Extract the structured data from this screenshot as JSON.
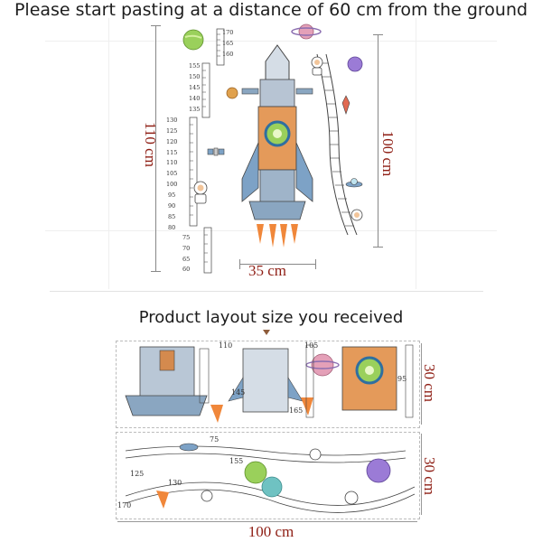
{
  "top_heading": "Please start pasting at a distance of 60 cm from the ground",
  "middle_heading": "Product layout size you received",
  "dimensions": {
    "assembled_height": "110 cm",
    "rocket_height": "100 cm",
    "assembled_width": "35 cm",
    "sheet_height_top": "30 cm",
    "sheet_height_bottom": "30 cm",
    "sheet_width": "100 cm"
  },
  "ruler_upper": [
    "170",
    "165",
    "160"
  ],
  "ruler_middle": [
    "155",
    "150",
    "145",
    "140",
    "135"
  ],
  "ruler_lower": [
    "130",
    "125",
    "120",
    "115",
    "110",
    "105",
    "100",
    "95",
    "90",
    "85",
    "80"
  ],
  "ruler_bottom": [
    "75",
    "70",
    "65",
    "60"
  ],
  "sheet_labels": [
    "110",
    "105",
    "145",
    "95",
    "165",
    "155",
    "130",
    "125",
    "75",
    "170"
  ],
  "colors": {
    "dimension_red": "#8e1d13",
    "rocket_orange": "#d9823e",
    "rocket_blue": "#7da2c6",
    "planet_green": "#9ad05b",
    "planet_purple": "#9b7bd6",
    "planet_pink": "#e4a0b8"
  },
  "icons": [
    "rocket-icon",
    "astronaut-icon",
    "planet-icon",
    "satellite-icon",
    "ufo-icon",
    "ladder-icon",
    "arrow-down-icon"
  ]
}
